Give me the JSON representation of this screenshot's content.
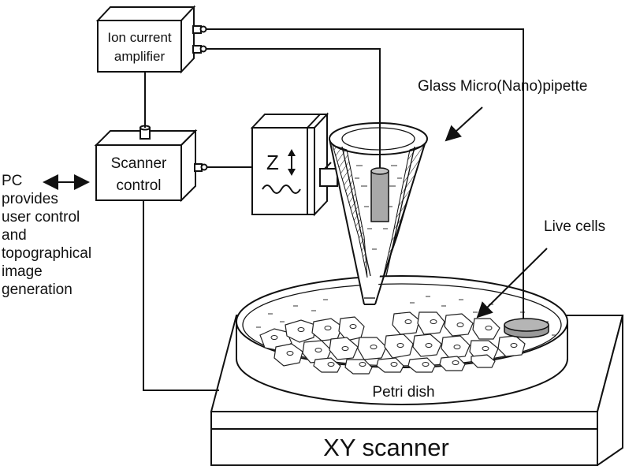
{
  "labels": {
    "ion_amplifier": [
      "Ion current",
      "amplifier"
    ],
    "scanner_control": [
      "Scanner",
      "control"
    ],
    "pc_text": [
      "PC",
      "provides",
      "user control",
      "and",
      "topographical",
      "image",
      "generation"
    ],
    "z_symbol": "Z",
    "pipette": "Glass Micro(Nano)pipette",
    "live_cells": "Live cells",
    "petri_dish": "Petri dish",
    "xy_scanner": "XY scanner"
  },
  "colors": {
    "stroke": "#111111",
    "background": "#ffffff",
    "electrode_fill": "#a9a9a9",
    "pad_fill": "#9a9a9a"
  },
  "icons": {
    "z_arrow": "double-vertical-arrow",
    "z_wave": "sine-wave",
    "pc_arrow": "double-horizontal-arrow"
  }
}
